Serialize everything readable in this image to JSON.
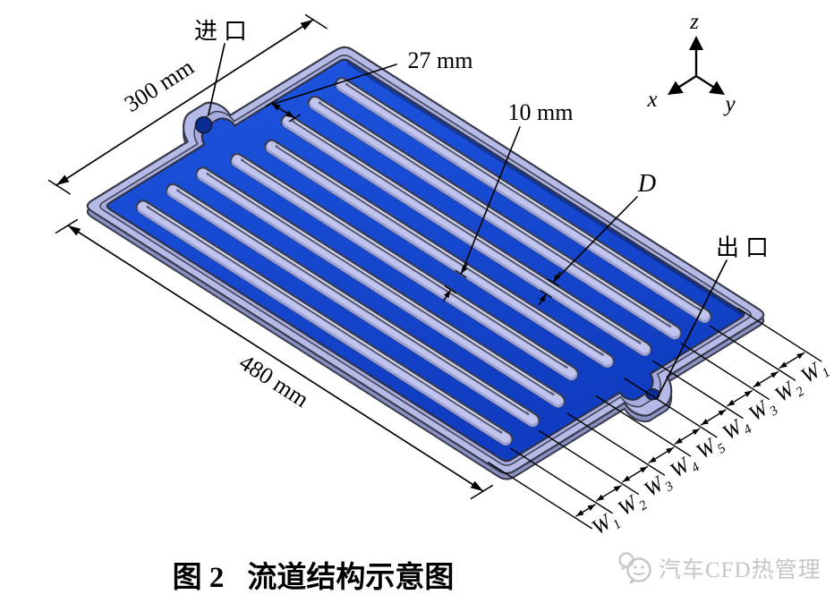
{
  "labels": {
    "inlet": "进口",
    "outlet": "出口",
    "dim_300": "300 mm",
    "dim_480": "480 mm",
    "dim_27": "27 mm",
    "dim_10": "10 mm",
    "dim_D": "D",
    "axis_x": "x",
    "axis_y": "y",
    "axis_z": "z"
  },
  "channel_widths": {
    "base": "W",
    "subscripts": [
      "1",
      "2",
      "3",
      "4",
      "5",
      "4",
      "3",
      "2",
      "1"
    ]
  },
  "caption": {
    "figure_no": "图 2",
    "title": "流道结构示意图"
  },
  "watermark": {
    "text": "汽车CFD热管理"
  },
  "colors": {
    "plate_top": "#b6bae7",
    "plate_side": "#8b90c2",
    "recess_step": "#a7abdd",
    "channel_blue_light": "#1d55e0",
    "channel_blue_dark": "#0f3cc0",
    "rib_top": "#c0c4ee",
    "rib_shade": "#9aa0d2",
    "hole_dark": "#0a2d93",
    "outline": "#383b4c",
    "dim_line": "#000000",
    "watermark_gray": "#c6c6c6"
  }
}
